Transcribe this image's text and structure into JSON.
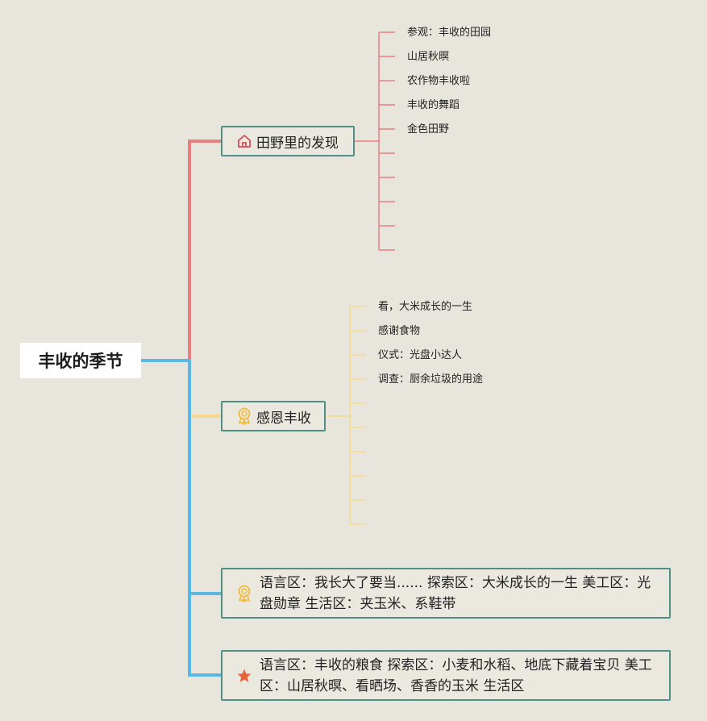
{
  "root": {
    "label": "丰收的季节"
  },
  "branches": [
    {
      "label": "田野里的发现",
      "icon": "house-icon",
      "color": "#e77f7f",
      "leaves": [
        "参观：丰收的田园",
        "山居秋暝",
        "农作物丰收啦",
        "丰收的舞蹈",
        "金色田野"
      ]
    },
    {
      "label": "感恩丰收",
      "icon": "medal-icon",
      "color": "#f6d98c",
      "leaves": [
        "看，大米成长的一生",
        "感谢食物",
        "仪式：光盘小达人",
        "调查：厨余垃圾的用途"
      ]
    },
    {
      "label": "语言区：我长大了要当...... 探索区：大米成长的一生 美工区：光盘勋章 生活区：夹玉米、系鞋带",
      "icon": "medal-icon",
      "color": "#5bb8e6"
    },
    {
      "label": "语言区：丰收的粮食 探索区：小麦和水稻、地底下藏着宝贝 美工区：山居秋暝、看晒场、香香的玉米 生活区",
      "icon": "star-icon",
      "color": "#5bb8e6"
    }
  ],
  "colors": {
    "background": "#e8e5dd",
    "topic_border": "#4f8f86",
    "branch_red": "#e77f7f",
    "branch_yellow": "#f6d98c",
    "branch_blue": "#5bb8e6",
    "star": "#e5653a",
    "medal": "#f2b938"
  }
}
